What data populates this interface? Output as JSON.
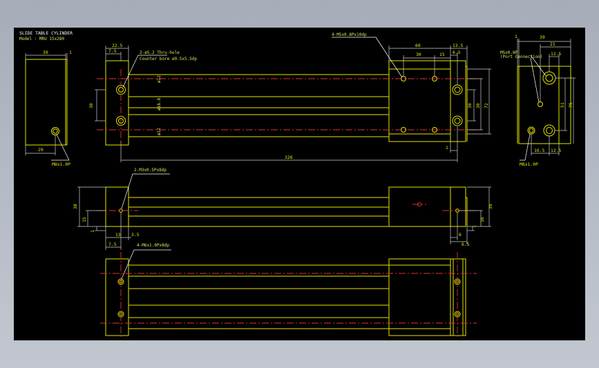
{
  "title_block": {
    "title": "SLIDE TABLE CYLINDER",
    "model": "Model : MRU 15x280"
  },
  "colors": {
    "outline": "#e6e600",
    "dimension": "#cfd0d0",
    "centerline": "#e23333",
    "background": "#000000"
  },
  "left_view": {
    "dim_width": "39",
    "dim_offset": "1",
    "dim_bottom": "29",
    "callout": "M8x1.0P"
  },
  "top_view": {
    "dim_7_5": "7.5",
    "dim_22_5": "22.5",
    "dim_30_left": "30",
    "dia_top": "ø12",
    "dia_mid": "ø16.8",
    "dia_bot": "ø12",
    "thru_hole": "2-ø5.2 Thru-hole",
    "counter_bore": "Counter bore ø9.5x5.5dp",
    "tap_top": "4-M5x0.8Px10dp",
    "dim_60": "60",
    "dim_30_top": "30",
    "dim_15": "15",
    "dim_13_5": "13.5",
    "dim_6_5": "6.5",
    "dim_30_r1": "30",
    "dim_30_r2": "30",
    "dim_72": "72",
    "dim_1": "1",
    "dim_326": "326"
  },
  "right_view": {
    "dim_1": "1",
    "dim_39": "39",
    "dim_21": "21",
    "dim_12_5_top": "12.5",
    "dim_51": "51",
    "dim_75": "75",
    "dim_16_5": "16.5",
    "dim_12_5_bot": "12.5",
    "port_callout": "M5x0.8P",
    "port_note": "(Port Connection)",
    "bottom_callout": "M8x1.0P"
  },
  "side_view": {
    "tap": "2-M3x0.5Px8dp",
    "dim_38": "38",
    "dim_15": "15",
    "dim_1": "1",
    "dim_13": "13",
    "dim_3_5": "3.5",
    "dim_7_5": "7.5",
    "dim_39": "39",
    "dim_16": "16",
    "dim_1_r": "1",
    "dim_6": "6",
    "dim_6_5": "6.5"
  },
  "bottom_view": {
    "tap": "4-M6x1.0Px8dp"
  }
}
